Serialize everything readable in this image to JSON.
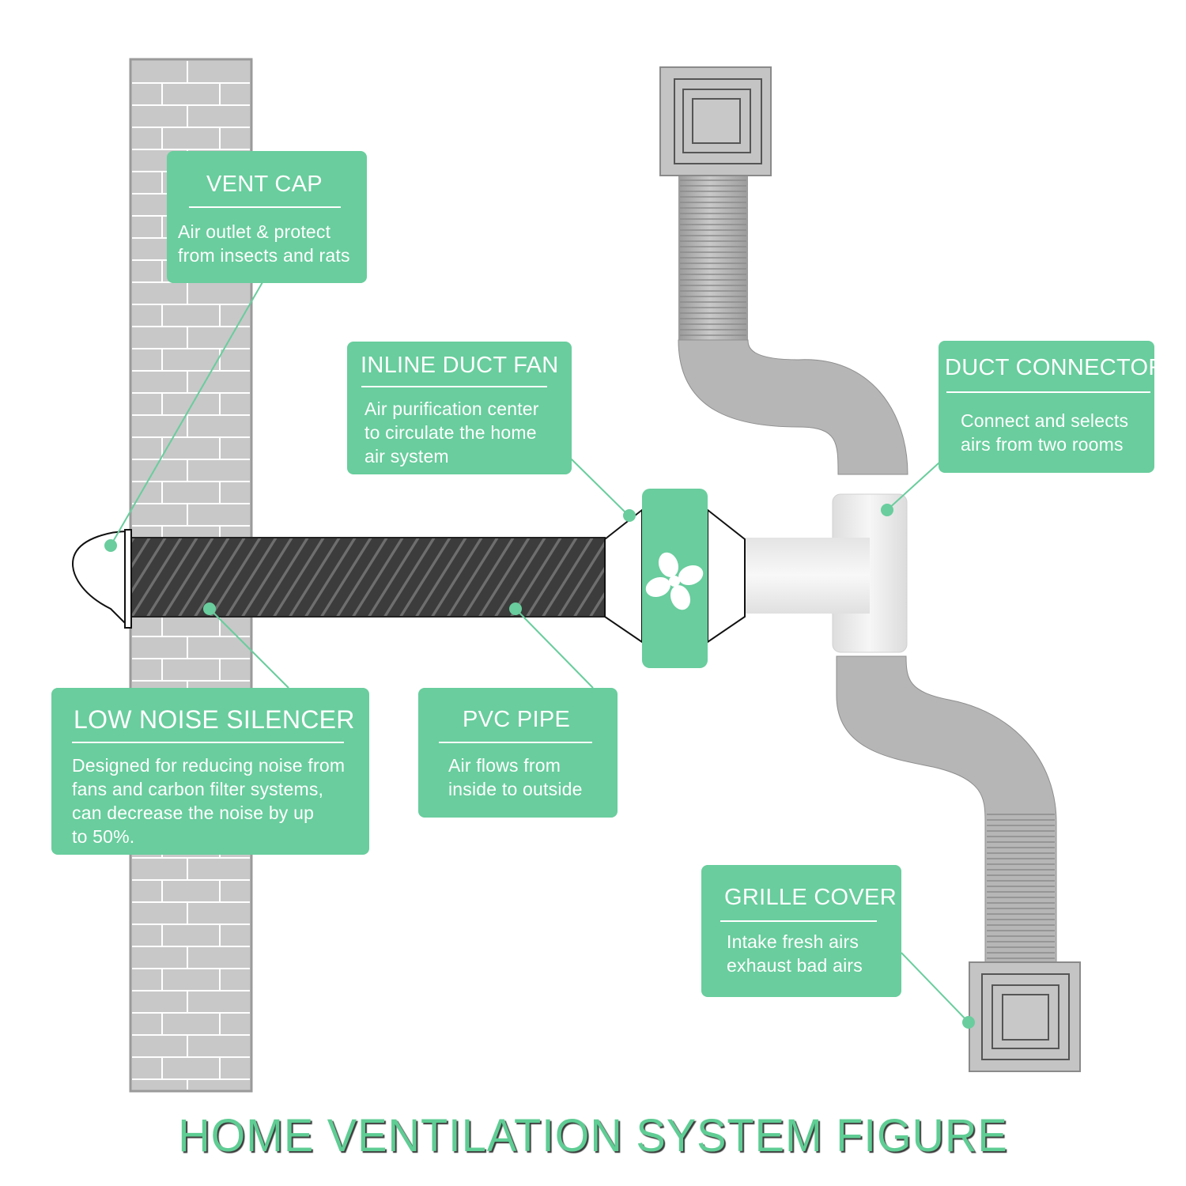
{
  "title": "HOME VENTILATION SYSTEM FIGURE",
  "colors": {
    "accent": "#69cd9d",
    "pointer_line": "#69cd9d",
    "wall_fill": "#c8c8c8",
    "brick_line": "#ffffff",
    "pipe_dark": "#3c3c3c",
    "duct_gray": "#aeaeae",
    "connector_light": "#e8e8e8",
    "title": "#5fcd94"
  },
  "callouts": {
    "vent_cap": {
      "title": "VENT CAP",
      "description": "Air outlet  & protect\nfrom insects and rats"
    },
    "inline_duct_fan": {
      "title": "INLINE DUCT FAN",
      "description": "Air purification center\nto circulate the home\nair system"
    },
    "duct_connector": {
      "title": "DUCT CONNECTOR",
      "description": "Connect and selects\nairs from two rooms"
    },
    "low_noise_silencer": {
      "title": "LOW NOISE SILENCER",
      "description": "Designed for reducing noise from\nfans and carbon filter systems,\ncan decrease the noise by up\nto 50%."
    },
    "pvc_pipe": {
      "title": "PVC PIPE",
      "description": "Air flows from\ninside to outside"
    },
    "grille_cover": {
      "title": "GRILLE COVER",
      "description": "Intake fresh airs\nexhaust bad airs"
    }
  },
  "icons": {
    "fan": "fan-icon",
    "vent_cap": "vent-cap-icon",
    "grille": "grille-cover-icon"
  }
}
